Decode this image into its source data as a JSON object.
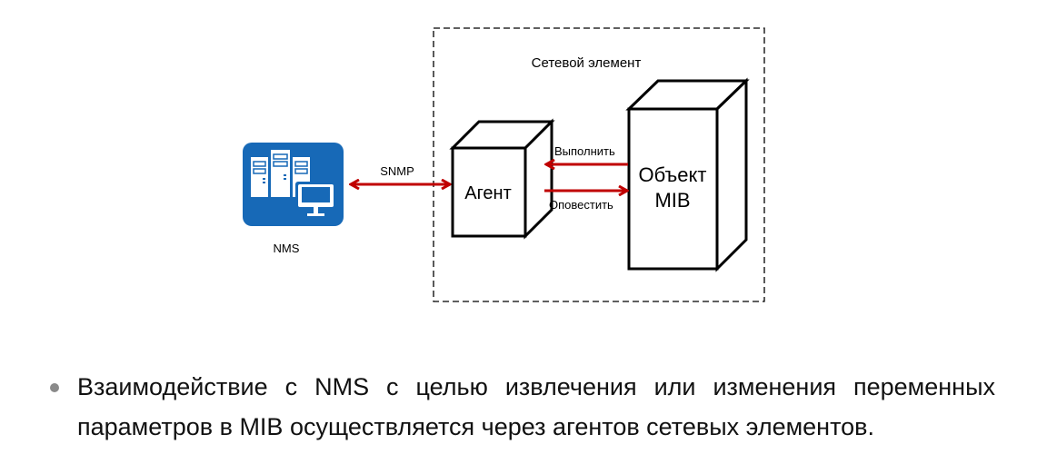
{
  "diagram": {
    "network_element_label": "Сетевой элемент",
    "nms_label": "NMS",
    "nms_icon": "server-monitor-icon",
    "protocol_label": "SNMP",
    "agent_label": "Агент",
    "mib_label_line1": "Объект",
    "mib_label_line2": "MIB",
    "execute_label": "Выполнить",
    "notify_label": "Оповестить",
    "colors": {
      "arrow": "#c00000",
      "nms_tile": "#1769b7",
      "box_stroke": "#000000",
      "frame_stroke": "#000000"
    }
  },
  "bullet": {
    "text": "Взаимодействие с NMS с целью извлечения или изменения переменных параметров в MIB осуществляется через агентов сетевых элементов."
  }
}
